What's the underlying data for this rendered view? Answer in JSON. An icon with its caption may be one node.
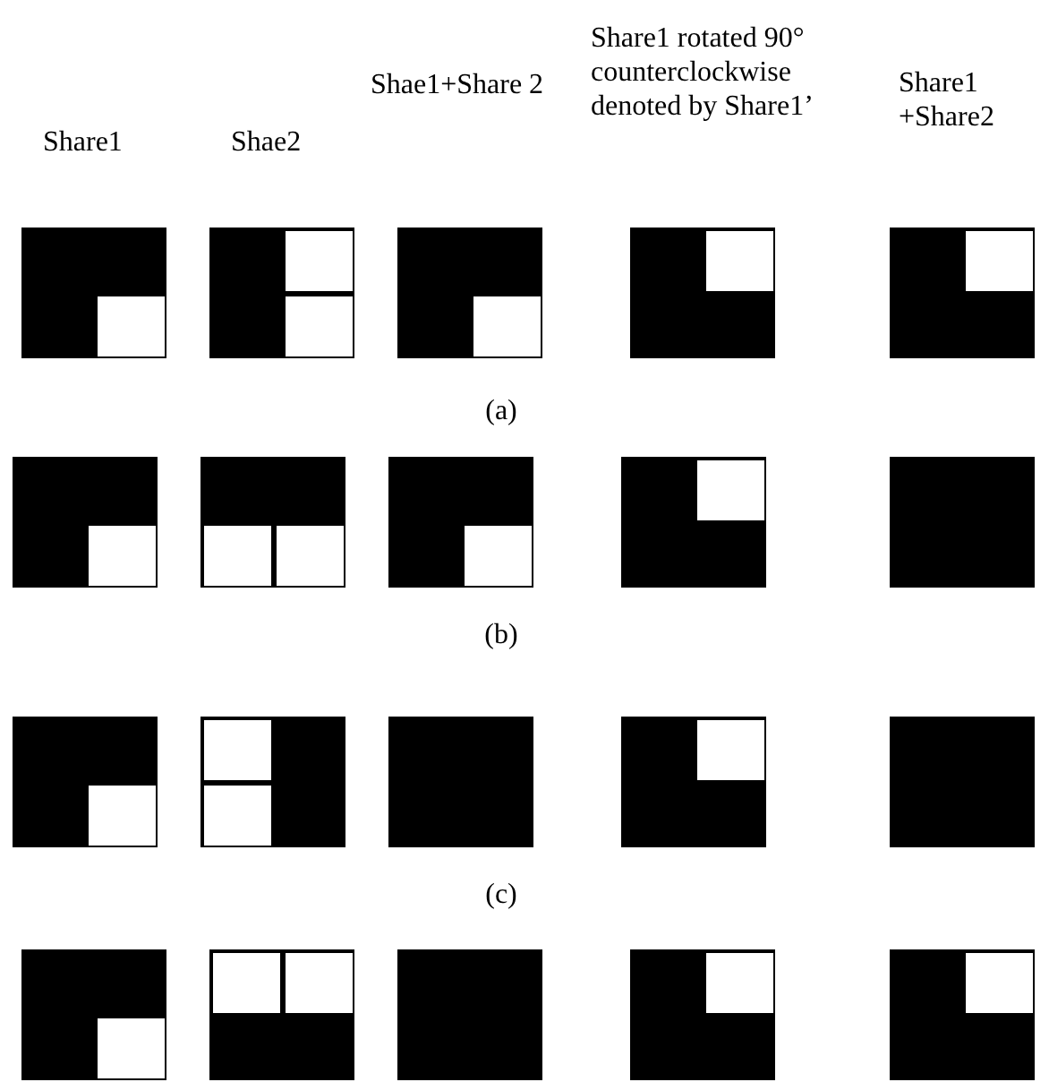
{
  "diagram": {
    "labels": [
      "Share1",
      "Shae2",
      "Shae1+Share 2",
      "Share1 rotated 90° counterclockwise denoted by Share1’",
      "Share1 +Share2",
      "(a)",
      "(b)",
      "(c)"
    ]
  }
}
